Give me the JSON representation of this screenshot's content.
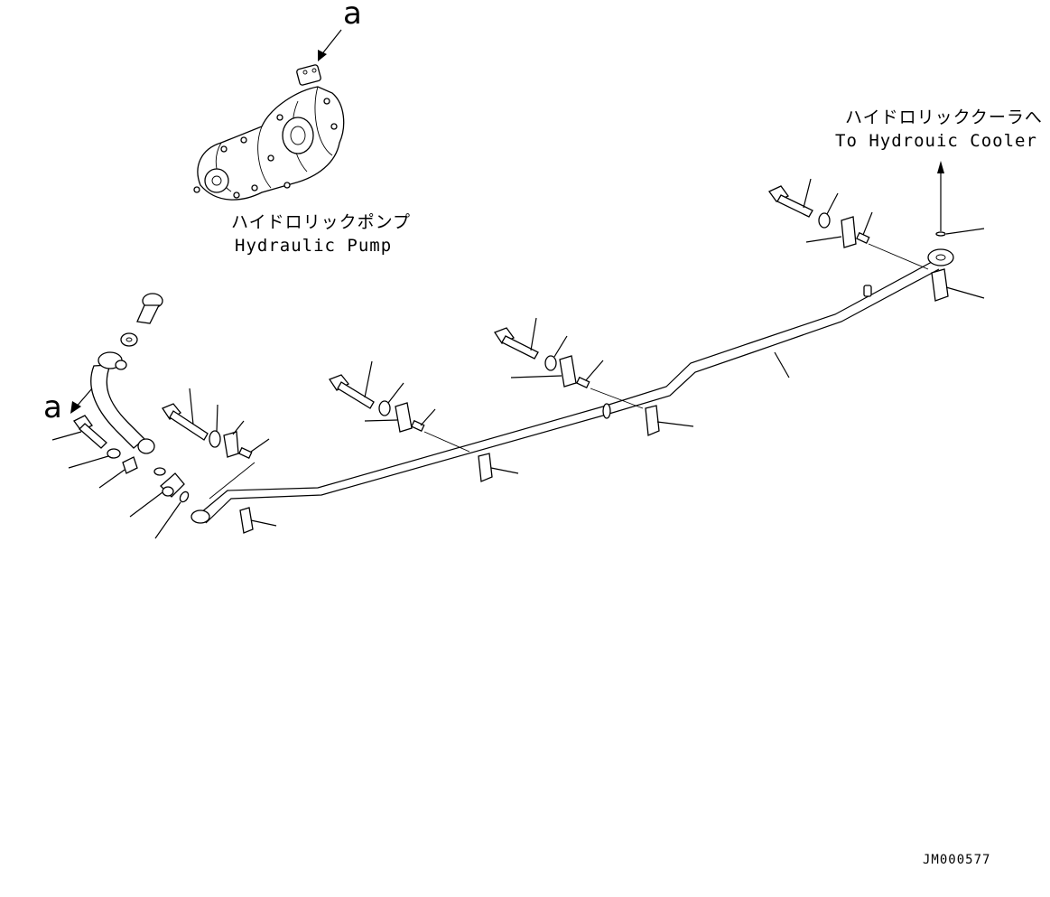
{
  "labels": {
    "view_a_top": "a",
    "view_a_left": "a",
    "pump_jp": "ハイドロリックポンプ",
    "pump_en": "Hydraulic Pump",
    "cooler_jp": "ハイドロリッククーラへ",
    "cooler_en": "To Hydrouic Cooler",
    "doc_id": "JM000577"
  },
  "icons": [
    "hydraulic-pump",
    "steel-pipe",
    "hose",
    "bolt",
    "washer",
    "clamp",
    "o-ring",
    "elbow-fitting"
  ]
}
